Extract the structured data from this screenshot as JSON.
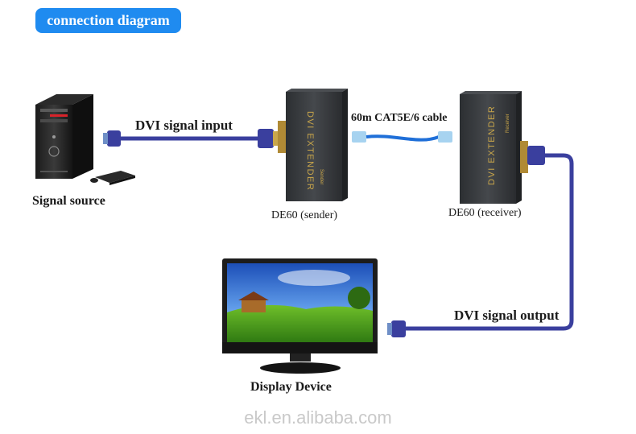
{
  "header": {
    "title": "connection diagram"
  },
  "labels": {
    "dvi_input": "DVI signal input",
    "cable": "60m CAT5E/6 cable",
    "signal_source": "Signal source",
    "sender": "DE60 (sender)",
    "receiver": "DE60 (receiver)",
    "dvi_output": "DVI signal output",
    "display_device": "Display Device"
  },
  "devices": {
    "sender_face_text": "DVI EXTENDER",
    "sender_small_text": "Sender",
    "receiver_face_text": "DVI EXTENDER",
    "receiver_small_text": "Receiver"
  },
  "watermark": "ekl.en.alibaba.com",
  "colors": {
    "header_bg": "#1f8bf0",
    "dvi_cable": "#3a3f9e",
    "cat_cable": "#1f6fd8",
    "extender_body": "#3a3d40",
    "extender_text": "#c9a64a"
  }
}
